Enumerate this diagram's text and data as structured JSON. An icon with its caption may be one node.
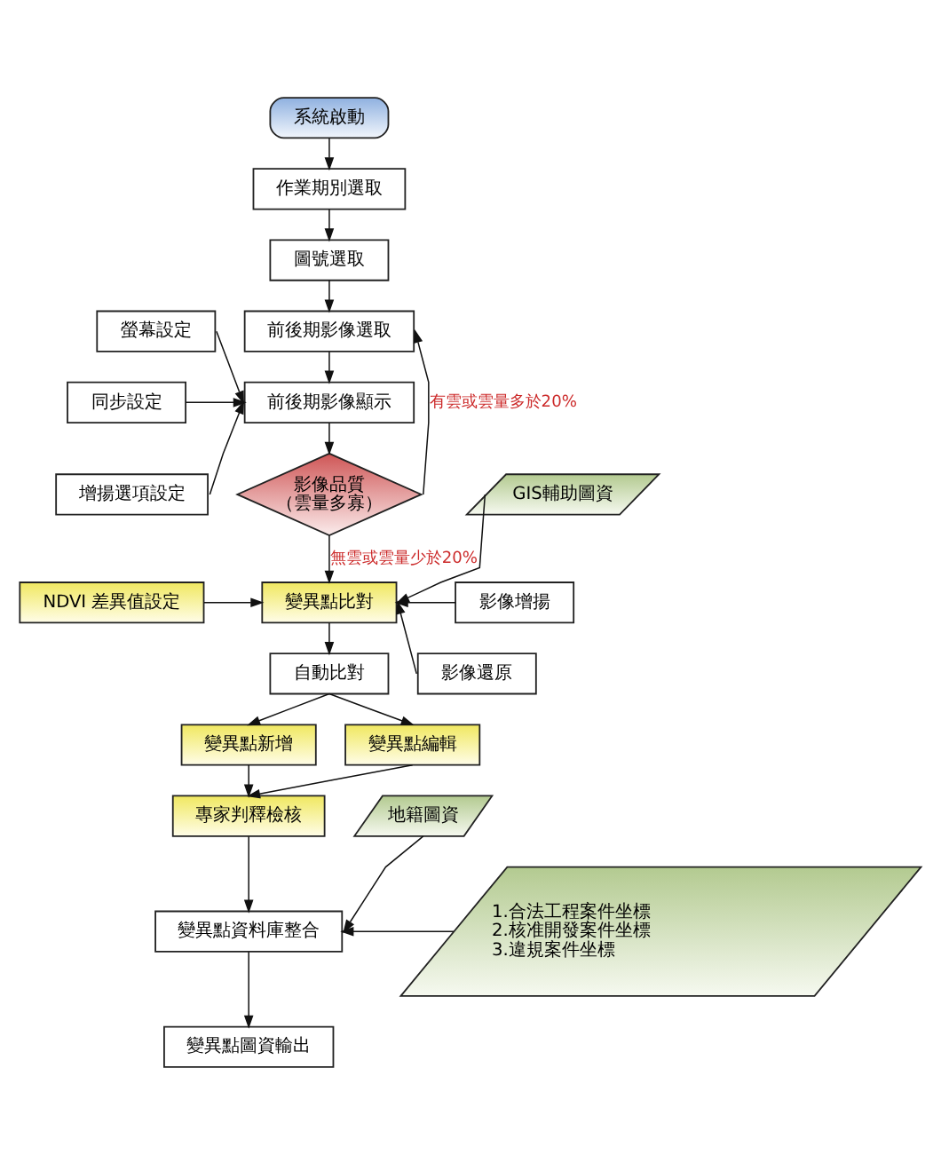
{
  "diagram": {
    "nodes": [
      {
        "text": [
          "系統啟動"
        ]
      },
      {
        "text": [
          "作業期別選取"
        ]
      },
      {
        "text": [
          "圖號選取"
        ]
      },
      {
        "text": [
          "螢幕設定"
        ]
      },
      {
        "text": [
          "前後期影像選取"
        ]
      },
      {
        "text": [
          "同步設定"
        ]
      },
      {
        "text": [
          "前後期影像顯示"
        ]
      },
      {
        "text": [
          "增揚選項設定"
        ]
      },
      {
        "text": [
          "影像品質",
          "（雲量多寡）"
        ]
      },
      {
        "text": [
          "GIS輔助圖資"
        ]
      },
      {
        "text": [
          "NDVI 差異值設定"
        ]
      },
      {
        "text": [
          "變異點比對"
        ]
      },
      {
        "text": [
          "影像增揚"
        ]
      },
      {
        "text": [
          "影像還原"
        ]
      },
      {
        "text": [
          "自動比對"
        ]
      },
      {
        "text": [
          "變異點新增"
        ]
      },
      {
        "text": [
          "變異點編輯"
        ]
      },
      {
        "text": [
          "專家判釋檢核"
        ]
      },
      {
        "text": [
          "地籍圖資"
        ]
      },
      {
        "text": [
          "變異點資料庫整合"
        ]
      },
      {
        "text": [
          "1.合法工程案件坐標",
          "2.核准開發案件坐標",
          "3.違規案件坐標"
        ]
      },
      {
        "text": [
          "變異點圖資輸出"
        ]
      }
    ],
    "edges": [
      {
        "from": 0,
        "to": 1,
        "arrow": "to"
      },
      {
        "from": 1,
        "to": 2,
        "arrow": "to"
      },
      {
        "from": 2,
        "to": 4,
        "arrow": "to"
      },
      {
        "from": 4,
        "to": 6,
        "arrow": "to"
      },
      {
        "from": 3,
        "to": 6,
        "arrow": "to"
      },
      {
        "from": 5,
        "to": 6,
        "arrow": "to"
      },
      {
        "from": 7,
        "to": 6,
        "arrow": "to"
      },
      {
        "from": 6,
        "to": 8,
        "arrow": "to"
      },
      {
        "from": 8,
        "to": 4,
        "arrow": "to",
        "label": "有雲或雲量多於20%"
      },
      {
        "from": 8,
        "to": 11,
        "arrow": "to",
        "label": "無雲或雲量少於20%"
      },
      {
        "from": 10,
        "to": 11,
        "arrow": "to"
      },
      {
        "from": 9,
        "to": 11,
        "arrow": "to"
      },
      {
        "from": 12,
        "to": 11,
        "arrow": "to"
      },
      {
        "from": 13,
        "to": 11,
        "arrow": "to"
      },
      {
        "from": 11,
        "to": 14,
        "arrow": "to"
      },
      {
        "from": 14,
        "to": 15,
        "arrow": "to"
      },
      {
        "from": 14,
        "to": 16,
        "arrow": "to"
      },
      {
        "from": 15,
        "to": 17,
        "arrow": "to"
      },
      {
        "from": 16,
        "to": 17,
        "arrow": "to"
      },
      {
        "from": 17,
        "to": 19,
        "arrow": "to"
      },
      {
        "from": 18,
        "to": 19,
        "arrow": "to"
      },
      {
        "from": 20,
        "to": 19,
        "arrow": "to"
      },
      {
        "from": 19,
        "to": 21,
        "arrow": "to"
      }
    ]
  }
}
